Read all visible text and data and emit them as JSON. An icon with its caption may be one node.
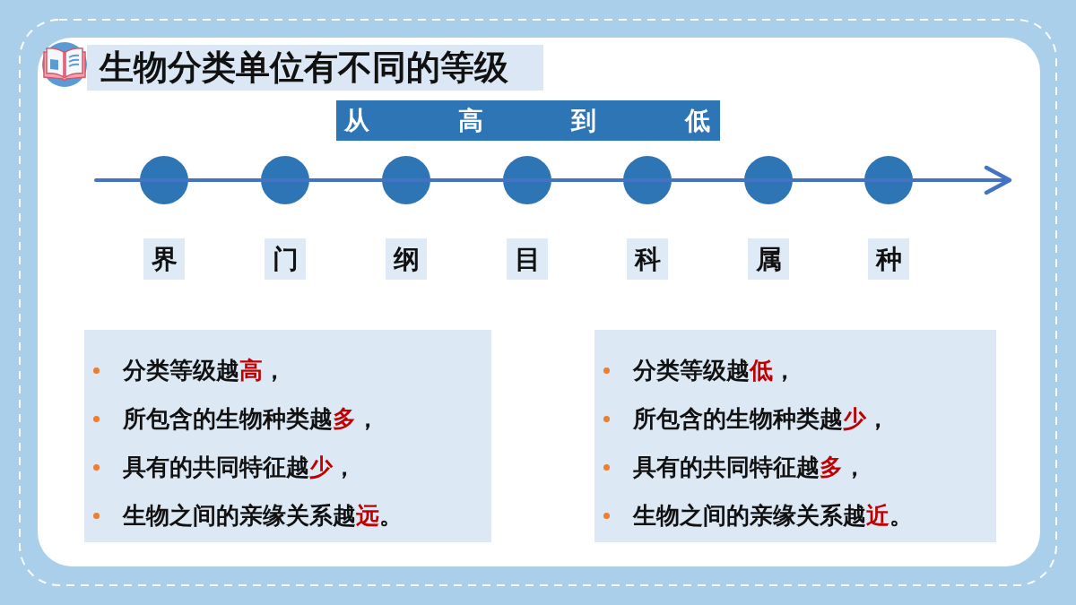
{
  "diagram": {
    "title": "生物分类单位有不同的等级",
    "nodes": [
      {
        "text": [
          "从 高 到 低"
        ]
      },
      {
        "text": [],
        "shape": "circle"
      },
      {
        "text": [],
        "shape": "circle"
      },
      {
        "text": [],
        "shape": "circle"
      },
      {
        "text": [],
        "shape": "circle"
      },
      {
        "text": [],
        "shape": "circle"
      },
      {
        "text": [],
        "shape": "circle"
      },
      {
        "text": [],
        "shape": "circle"
      },
      {
        "text": [
          "界"
        ]
      },
      {
        "text": [
          "门"
        ]
      },
      {
        "text": [
          "纲"
        ]
      },
      {
        "text": [
          "目"
        ]
      },
      {
        "text": [
          "科"
        ]
      },
      {
        "text": [
          "属"
        ]
      },
      {
        "text": [
          "种"
        ]
      },
      {
        "text": [
          "分类等级越**高**，",
          "所包含的生物种类越**多**，",
          "具有的共同特征越**少**，",
          "生物之间的亲缘关系越**远**。"
        ]
      },
      {
        "text": [
          "分类等级越**低**，",
          "所包含的生物种类越**少**，",
          "具有的共同特征越**多**，",
          "生物之间的亲缘关系越**近**。"
        ]
      }
    ]
  }
}
